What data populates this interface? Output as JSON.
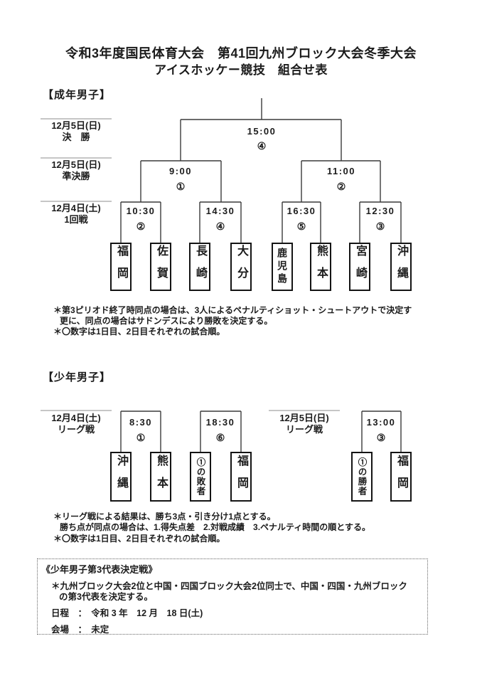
{
  "title": {
    "line1": "令和3年度国民体育大会　第41回九州ブロック大会冬季大会",
    "line2": "アイスホッケー競技　組合せ表"
  },
  "adult": {
    "heading": "【成年男子】",
    "rounds": [
      {
        "date": "12月5日(日)",
        "name": "決　勝"
      },
      {
        "date": "12月5日(日)",
        "name": "準決勝"
      },
      {
        "date": "12月4日(土)",
        "name": "1回戦"
      }
    ],
    "final": {
      "time": "15:00",
      "order": "④"
    },
    "semi_left": {
      "time": "9:00",
      "order": "①"
    },
    "semi_right": {
      "time": "11:00",
      "order": "②"
    },
    "round1": [
      {
        "time": "10:30",
        "order": "②"
      },
      {
        "time": "14:30",
        "order": "④"
      },
      {
        "time": "16:30",
        "order": "⑤"
      },
      {
        "time": "12:30",
        "order": "③"
      }
    ],
    "teams": [
      "福岡",
      "佐賀",
      "長崎",
      "大分",
      "鹿児島",
      "熊本",
      "宮崎",
      "沖縄"
    ],
    "notes": [
      "＊第3ピリオド終了時同点の場合は、3人によるペナルティショット・シュートアウトで決定す",
      "更に、同点の場合はサドンデスにより勝敗を決定する。",
      "＊〇数字は1日目、2日目それぞれの試合順。"
    ]
  },
  "junior": {
    "heading": "【少年男子】",
    "day1": {
      "date": "12月4日(土)",
      "name": "リーグ戦"
    },
    "day2": {
      "date": "12月5日(日)",
      "name": "リーグ戦"
    },
    "matches": [
      {
        "time": "8:30",
        "order": "①"
      },
      {
        "time": "18:30",
        "order": "⑥"
      },
      {
        "time": "13:00",
        "order": "③"
      }
    ],
    "teams_day1": [
      "沖縄",
      "熊本",
      "①の敗者",
      "福岡"
    ],
    "teams_day2": [
      "①の勝者",
      "福岡"
    ],
    "notes": [
      "＊リーグ戦による結果は、勝ち3点・引き分け1点とする。",
      "勝ち点が同点の場合は、1.得失点差　2.対戦成績　3.ペナルティ時間の順とする。",
      "＊〇数字は1日目、2日目それぞれの試合順。"
    ]
  },
  "playoff_box": {
    "heading": "《少年男子第3代表決定戦》",
    "desc1": "＊九州ブロック大会2位と中国・四国ブロック大会2位同士で、中国・四国・九州ブロック",
    "desc2": "の第3代表を決定する。",
    "schedule": "日程　：　令和 3 年　12 月　18 日(土)",
    "venue": "会場　：　未定"
  }
}
